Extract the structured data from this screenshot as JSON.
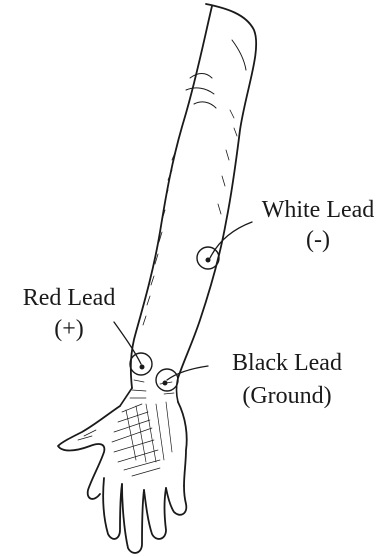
{
  "diagram": {
    "leads": [
      {
        "id": "white",
        "name": "White Lead",
        "polarity": "(-)"
      },
      {
        "id": "red",
        "name": "Red Lead",
        "polarity": "(+)"
      },
      {
        "id": "black",
        "name": "Black Lead",
        "polarity": "(Ground)"
      }
    ]
  },
  "colors": {
    "ink": "#1a1a1a",
    "background": "#ffffff"
  }
}
